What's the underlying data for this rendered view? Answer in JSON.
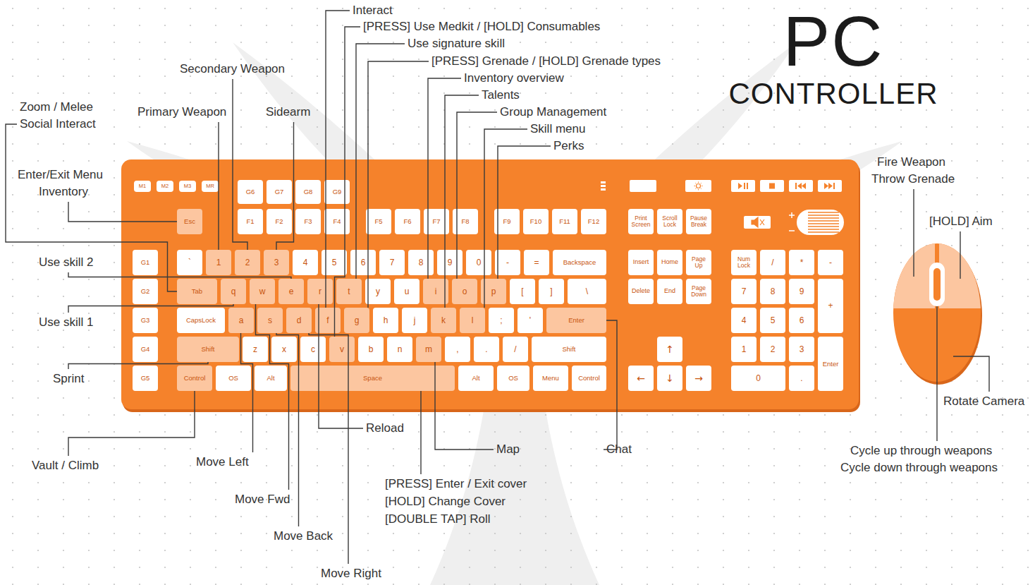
{
  "diagram": {
    "title": "PC CONTROLLER",
    "nodes": [
      {
        "text": [
          "M1"
        ]
      },
      {
        "text": [
          "M2"
        ]
      },
      {
        "text": [
          "M3"
        ]
      },
      {
        "text": [
          "MR"
        ]
      },
      {
        "text": [
          "G6"
        ]
      },
      {
        "text": [
          "G7"
        ]
      },
      {
        "text": [
          "G8"
        ]
      },
      {
        "text": [
          "G9"
        ]
      },
      {
        "text": [
          "Esc"
        ]
      },
      {
        "text": [
          "F1"
        ]
      },
      {
        "text": [
          "F2"
        ]
      },
      {
        "text": [
          "F3"
        ]
      },
      {
        "text": [
          "F4"
        ]
      },
      {
        "text": [
          "F5"
        ]
      },
      {
        "text": [
          "F6"
        ]
      },
      {
        "text": [
          "F7"
        ]
      },
      {
        "text": [
          "F8"
        ]
      },
      {
        "text": [
          "F9"
        ]
      },
      {
        "text": [
          "F10"
        ]
      },
      {
        "text": [
          "F11"
        ]
      },
      {
        "text": [
          "F12"
        ]
      },
      {
        "text": [
          "Print Screen"
        ]
      },
      {
        "text": [
          "Scroll Lock"
        ]
      },
      {
        "text": [
          "Pause Break"
        ]
      },
      {
        "text": [
          "G1"
        ]
      },
      {
        "text": [
          "`"
        ]
      },
      {
        "text": [
          "1"
        ]
      },
      {
        "text": [
          "2"
        ]
      },
      {
        "text": [
          "3"
        ]
      },
      {
        "text": [
          "4"
        ]
      },
      {
        "text": [
          "5"
        ]
      },
      {
        "text": [
          "6"
        ]
      },
      {
        "text": [
          "7"
        ]
      },
      {
        "text": [
          "8"
        ]
      },
      {
        "text": [
          "9"
        ]
      },
      {
        "text": [
          "0"
        ]
      },
      {
        "text": [
          "-"
        ]
      },
      {
        "text": [
          "="
        ]
      },
      {
        "text": [
          "Backspace"
        ]
      },
      {
        "text": [
          "Insert"
        ]
      },
      {
        "text": [
          "Home"
        ]
      },
      {
        "text": [
          "Page Up"
        ]
      },
      {
        "text": [
          "Num Lock"
        ]
      },
      {
        "text": [
          "/"
        ]
      },
      {
        "text": [
          "*"
        ]
      },
      {
        "text": [
          "-"
        ]
      },
      {
        "text": [
          "G2"
        ]
      },
      {
        "text": [
          "Tab"
        ]
      },
      {
        "text": [
          "q"
        ]
      },
      {
        "text": [
          "w"
        ]
      },
      {
        "text": [
          "e"
        ]
      },
      {
        "text": [
          "r"
        ]
      },
      {
        "text": [
          "t"
        ]
      },
      {
        "text": [
          "y"
        ]
      },
      {
        "text": [
          "u"
        ]
      },
      {
        "text": [
          "i"
        ]
      },
      {
        "text": [
          "o"
        ]
      },
      {
        "text": [
          "p"
        ]
      },
      {
        "text": [
          "["
        ]
      },
      {
        "text": [
          "]"
        ]
      },
      {
        "text": [
          "\\"
        ]
      },
      {
        "text": [
          "Delete"
        ]
      },
      {
        "text": [
          "End"
        ]
      },
      {
        "text": [
          "Page Down"
        ]
      },
      {
        "text": [
          "7"
        ]
      },
      {
        "text": [
          "8"
        ]
      },
      {
        "text": [
          "9"
        ]
      },
      {
        "text": [
          "+"
        ]
      },
      {
        "text": [
          "G3"
        ]
      },
      {
        "text": [
          "CapsLock"
        ]
      },
      {
        "text": [
          "a"
        ]
      },
      {
        "text": [
          "s"
        ]
      },
      {
        "text": [
          "d"
        ]
      },
      {
        "text": [
          "f"
        ]
      },
      {
        "text": [
          "g"
        ]
      },
      {
        "text": [
          "h"
        ]
      },
      {
        "text": [
          "j"
        ]
      },
      {
        "text": [
          "k"
        ]
      },
      {
        "text": [
          "l"
        ]
      },
      {
        "text": [
          ";"
        ]
      },
      {
        "text": [
          "'"
        ]
      },
      {
        "text": [
          "Enter"
        ]
      },
      {
        "text": [
          "4"
        ]
      },
      {
        "text": [
          "5"
        ]
      },
      {
        "text": [
          "6"
        ]
      },
      {
        "text": [
          "G4"
        ]
      },
      {
        "text": [
          "Shift"
        ]
      },
      {
        "text": [
          "z"
        ]
      },
      {
        "text": [
          "x"
        ]
      },
      {
        "text": [
          "c"
        ]
      },
      {
        "text": [
          "v"
        ]
      },
      {
        "text": [
          "b"
        ]
      },
      {
        "text": [
          "n"
        ]
      },
      {
        "text": [
          "m"
        ]
      },
      {
        "text": [
          ","
        ]
      },
      {
        "text": [
          "."
        ]
      },
      {
        "text": [
          "/"
        ]
      },
      {
        "text": [
          "Shift"
        ]
      },
      {
        "text": [
          "↑"
        ]
      },
      {
        "text": [
          "1"
        ]
      },
      {
        "text": [
          "2"
        ]
      },
      {
        "text": [
          "3"
        ]
      },
      {
        "text": [
          "Enter"
        ]
      },
      {
        "text": [
          "G5"
        ]
      },
      {
        "text": [
          "Control"
        ]
      },
      {
        "text": [
          "OS"
        ]
      },
      {
        "text": [
          "Alt"
        ]
      },
      {
        "text": [
          "Space"
        ]
      },
      {
        "text": [
          "Alt"
        ]
      },
      {
        "text": [
          "OS"
        ]
      },
      {
        "text": [
          "Menu"
        ]
      },
      {
        "text": [
          "Control"
        ]
      },
      {
        "text": [
          "←"
        ]
      },
      {
        "text": [
          "↓"
        ]
      },
      {
        "text": [
          "→"
        ]
      },
      {
        "text": [
          "0"
        ]
      },
      {
        "text": [
          "."
        ]
      }
    ],
    "labels": [
      "Interact",
      "[PRESS] Use Medkit / [HOLD] Consumables",
      "Use signature skill",
      "[PRESS] Grenade / [HOLD] Grenade types",
      "Secondary Weapon",
      "Inventory overview",
      "Talents",
      "Zoom / Melee",
      "Primary Weapon",
      "Sidearm",
      "Group Management",
      "Social Interact",
      "Skill menu",
      "Perks",
      "Fire Weapon",
      "Enter/Exit Menu",
      "Throw Grenade",
      "Inventory",
      "[HOLD] Aim",
      "Use skill 2",
      "Use skill 1",
      "Sprint",
      "Rotate Camera",
      "Reload",
      "Map",
      "Chat",
      "Cycle up through weapons",
      "Move Left",
      "Vault / Climb",
      "Cycle down through weapons",
      "[PRESS] Enter / Exit cover",
      "Move Fwd",
      "[HOLD] Change Cover",
      "[DOUBLE TAP] Roll",
      "Move Back",
      "Move Right"
    ]
  }
}
